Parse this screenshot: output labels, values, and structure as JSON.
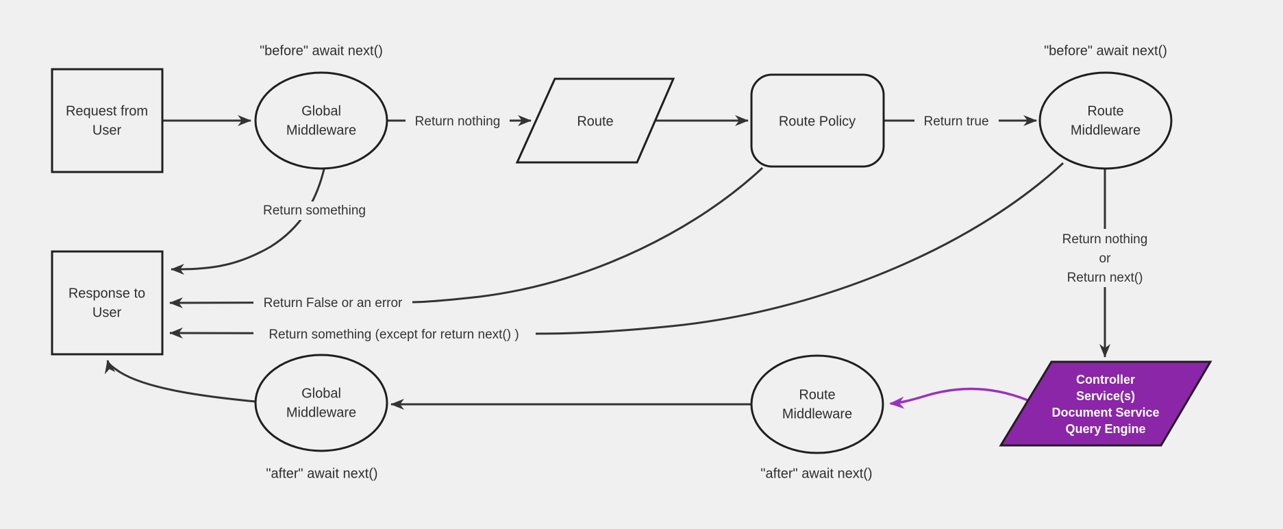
{
  "diagram": {
    "background_color": "#f0f0f0",
    "edge_color": "#333333",
    "node_border_color": "#1f1f1f",
    "purple_fill": "#8a26a7",
    "purple_arrow_color": "#9c30c0",
    "nodes": {
      "request": {
        "shape": "rectangle",
        "lines": [
          "Request from",
          "User"
        ]
      },
      "global_middleware_top": {
        "shape": "ellipse",
        "lines": [
          "Global",
          "Middleware"
        ]
      },
      "route": {
        "shape": "parallelogram",
        "lines": [
          "Route"
        ]
      },
      "route_policy": {
        "shape": "rounded-rectangle",
        "lines": [
          "Route Policy"
        ]
      },
      "route_middleware_top": {
        "shape": "ellipse",
        "lines": [
          "Route",
          "Middleware"
        ]
      },
      "response": {
        "shape": "rectangle",
        "lines": [
          "Response to",
          "User"
        ]
      },
      "global_middleware_bottom": {
        "shape": "ellipse",
        "lines": [
          "Global",
          "Middleware"
        ]
      },
      "route_middleware_bottom": {
        "shape": "ellipse",
        "lines": [
          "Route",
          "Middleware"
        ]
      },
      "controller": {
        "shape": "parallelogram",
        "lines": [
          "Controller",
          "Service(s)",
          "Document Service",
          "Query Engine"
        ]
      }
    },
    "annotations": {
      "before_await_left": "\"before\" await next()",
      "before_await_right": "\"before\" await next()",
      "after_await_left": "\"after\" await next()",
      "after_await_right": "\"after\" await next()"
    },
    "edge_labels": {
      "return_nothing": "Return nothing",
      "return_true": "Return true",
      "return_something": "Return something",
      "return_false_or_error": "Return False or an error",
      "return_something_except": "Return something (except for return next() )",
      "return_nothing_or": {
        "line1": "Return nothing",
        "line2": "or",
        "line3": "Return next()"
      }
    }
  }
}
